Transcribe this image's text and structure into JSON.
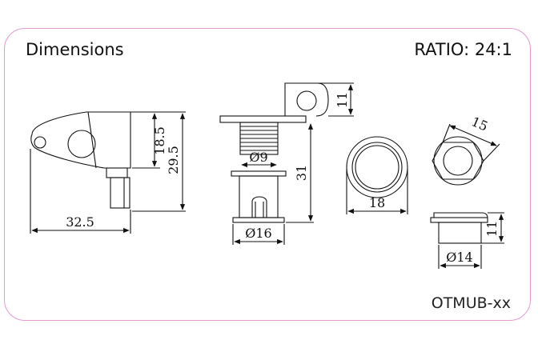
{
  "header": {
    "title": "Dimensions",
    "ratio": "RATIO: 24:1"
  },
  "footer": {
    "model": "OTMUB-xx"
  },
  "dimensions": {
    "side_width": "32.5",
    "side_height_inner": "18.5",
    "side_height_total": "29.5",
    "tab_height": "11",
    "shaft_diameter": "Ø9",
    "total_height": "31",
    "flange_diameter": "Ø16",
    "ring_diameter": "18",
    "nut_width": "15",
    "bushing_height": "11",
    "bushing_diameter": "Ø14"
  },
  "colors": {
    "border": "#e39bd0",
    "line": "#111111"
  }
}
